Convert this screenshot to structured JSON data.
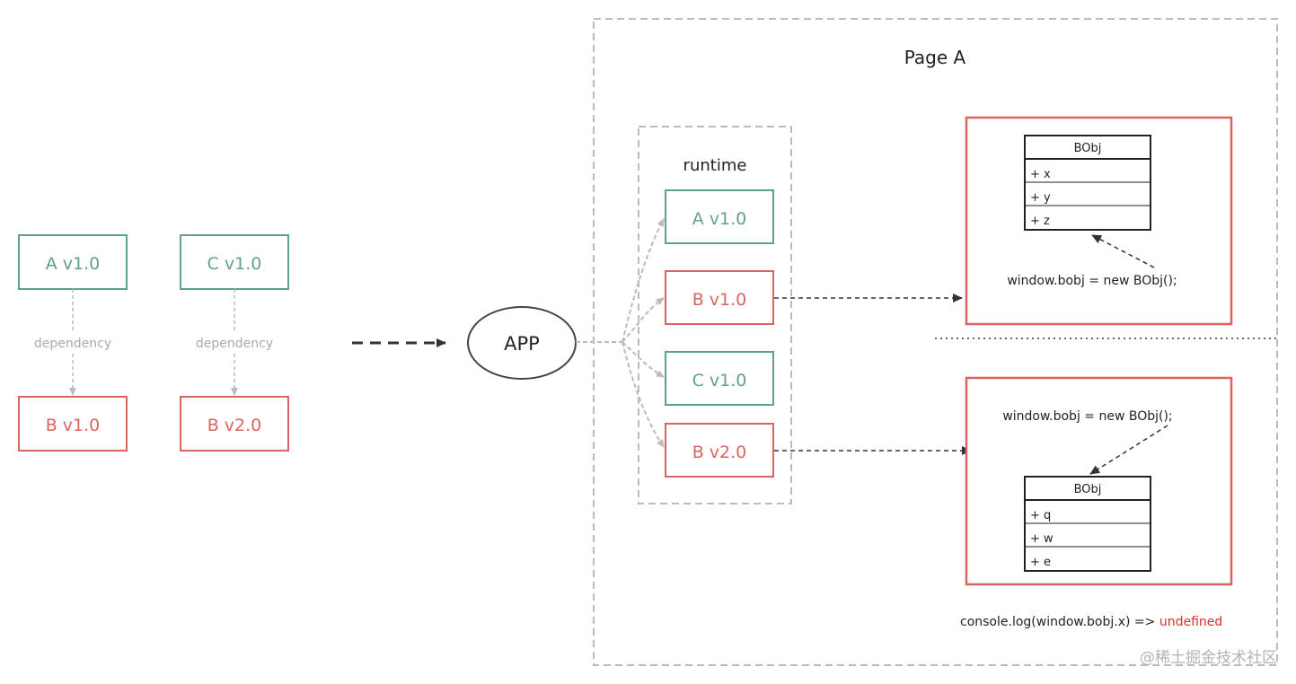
{
  "colors": {
    "green": "#5fa18e",
    "red": "#d9655f",
    "gray": "#bbbbbb",
    "dark": "#333333",
    "highlight": "#e22b2b",
    "watermark": "#b3b3b3"
  },
  "left": {
    "a_box": "A v1.0",
    "c_box": "C v1.0",
    "b1_box": "B v1.0",
    "b2_box": "B v2.0",
    "dep_label_1": "dependency",
    "dep_label_2": "dependency"
  },
  "app_label": "APP",
  "page": {
    "title": "Page A",
    "runtime": {
      "title": "runtime",
      "items": [
        "A v1.0",
        "B v1.0",
        "C v1.0",
        "B v2.0"
      ]
    },
    "top_panel": {
      "class_name": "BObj",
      "fields": [
        "+ x",
        "+ y",
        "+ z"
      ],
      "code": "window.bobj = new BObj();"
    },
    "bottom_panel": {
      "class_name": "BObj",
      "fields": [
        "+ q",
        "+ w",
        "+ e"
      ],
      "code": "window.bobj = new BObj();"
    },
    "console_line": {
      "prefix": "console.log(window.bobj.x) => ",
      "result": "undefined"
    }
  },
  "watermark": "@稀土掘金技术社区"
}
